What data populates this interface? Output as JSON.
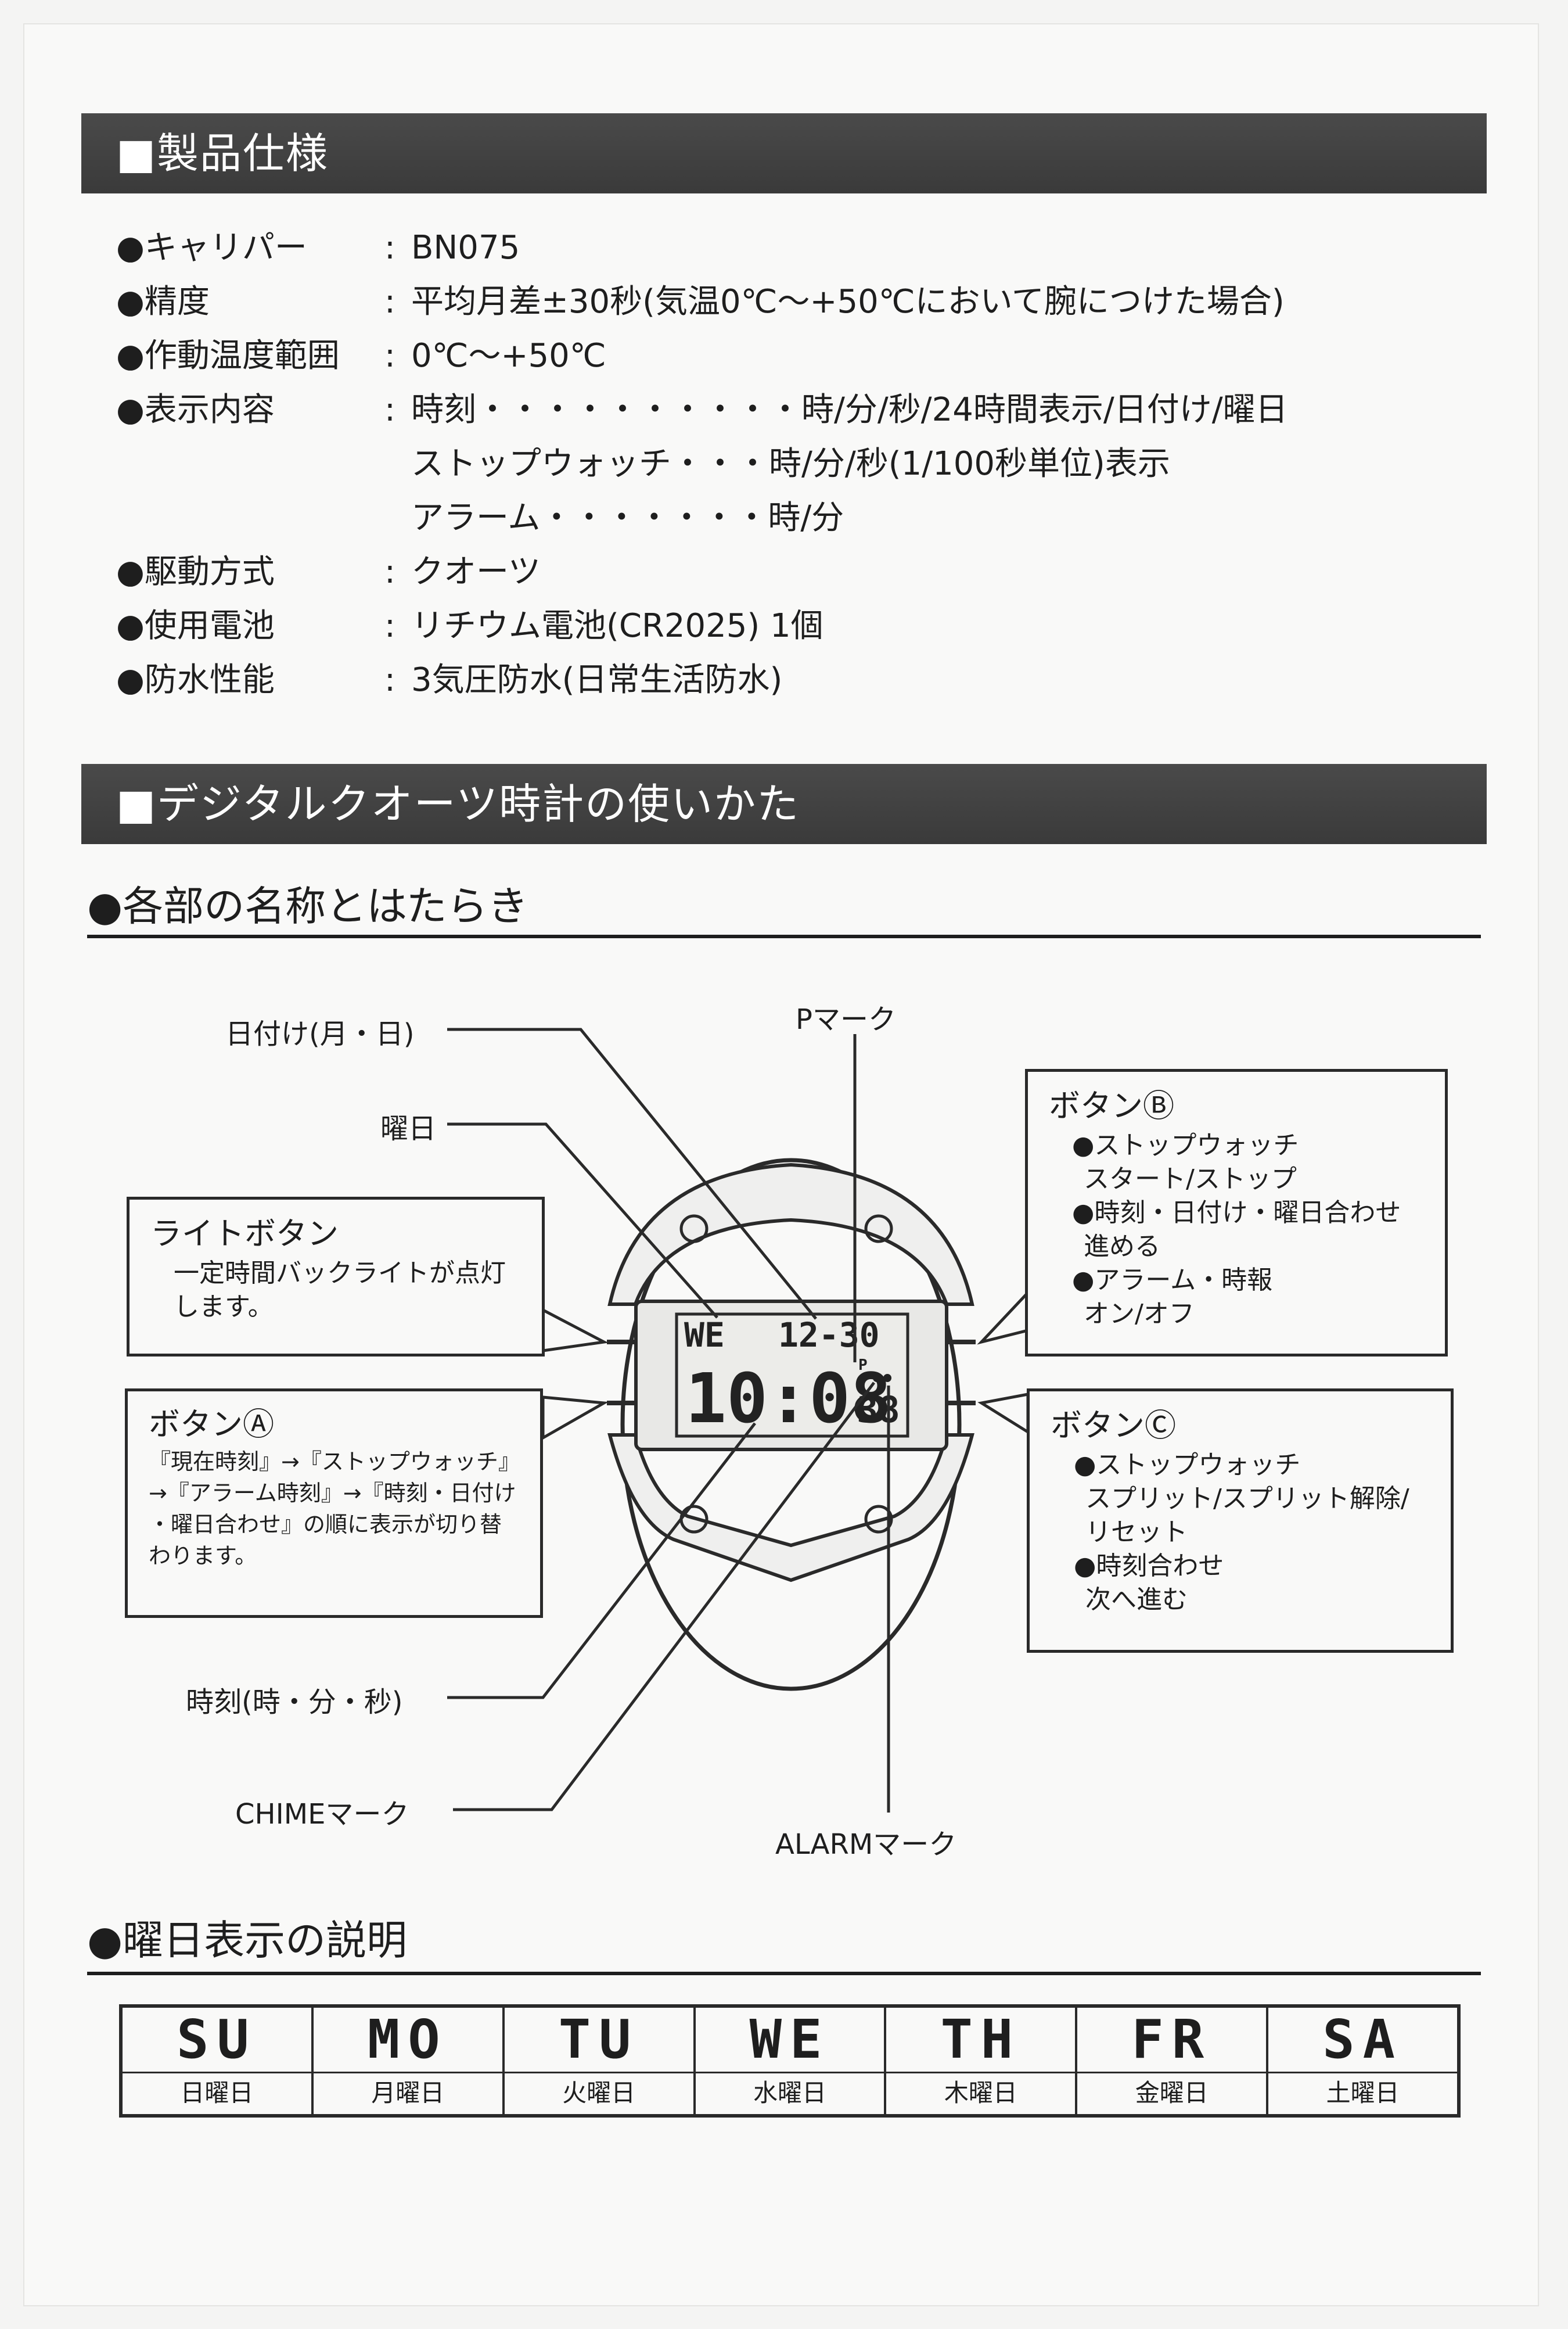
{
  "sections": {
    "specs_title": "■製品仕様",
    "usage_title": "■デジタルクオーツ時計の使いかた",
    "parts_title": "●各部の名称とはたらき",
    "days_title": "●曜日表示の説明"
  },
  "specs": [
    {
      "label": "●キャリパー",
      "colon": ":",
      "value": "BN075"
    },
    {
      "label": "●精度",
      "colon": ":",
      "value": "平均月差±30秒(気温0℃〜+50℃において腕につけた場合)"
    },
    {
      "label": "●作動温度範囲",
      "colon": ":",
      "value": "0℃〜+50℃"
    },
    {
      "label": "●表示内容",
      "colon": ":",
      "value": "時刻・・・・・・・・・・時/分/秒/24時間表示/日付け/曜日"
    },
    {
      "label": "",
      "colon": "",
      "value": "ストップウォッチ・・・時/分/秒(1/100秒単位)表示"
    },
    {
      "label": "",
      "colon": "",
      "value": "アラーム・・・・・・・時/分"
    },
    {
      "label": "●駆動方式",
      "colon": ":",
      "value": "クオーツ"
    },
    {
      "label": "●使用電池",
      "colon": ":",
      "value": "リチウム電池(CR2025) 1個"
    },
    {
      "label": "●防水性能",
      "colon": ":",
      "value": "3気圧防水(日常生活防水)"
    }
  ],
  "diagram": {
    "label_date": "日付け(月・日)",
    "label_day": "曜日",
    "label_p": "Pマーク",
    "label_time": "時刻(時・分・秒)",
    "label_chime": "CHIMEマーク",
    "label_alarm": "ALARMマーク",
    "light": {
      "title": "ライトボタン",
      "lines": [
        "一定時間バックライトが点灯",
        "します。"
      ]
    },
    "button_a": {
      "title": "ボタンⒶ",
      "lines": [
        "『現在時刻』→『ストップウォッチ』",
        "→『アラーム時刻』→『時刻・日付け",
        "・曜日合わせ』の順に表示が切り替",
        "わります。"
      ]
    },
    "button_b": {
      "title": "ボタンⒷ",
      "lines": [
        "●ストップウォッチ",
        "スタート/ストップ",
        "●時刻・日付け・曜日合わせ",
        "進める",
        "●アラーム・時報",
        "オン/オフ"
      ]
    },
    "button_c": {
      "title": "ボタンⒸ",
      "lines": [
        "●ストップウォッチ",
        "スプリット/スプリット解除/",
        "リセット",
        "●時刻合わせ",
        "次へ進む"
      ]
    },
    "lcd": {
      "day": "WE",
      "date": "12-30",
      "time": "10:08",
      "seconds": "38",
      "p_mark": "P"
    }
  },
  "days": [
    {
      "code": "SU",
      "name": "日曜日"
    },
    {
      "code": "MO",
      "name": "月曜日"
    },
    {
      "code": "TU",
      "name": "火曜日"
    },
    {
      "code": "WE",
      "name": "水曜日"
    },
    {
      "code": "TH",
      "name": "木曜日"
    },
    {
      "code": "FR",
      "name": "金曜日"
    },
    {
      "code": "SA",
      "name": "土曜日"
    }
  ]
}
